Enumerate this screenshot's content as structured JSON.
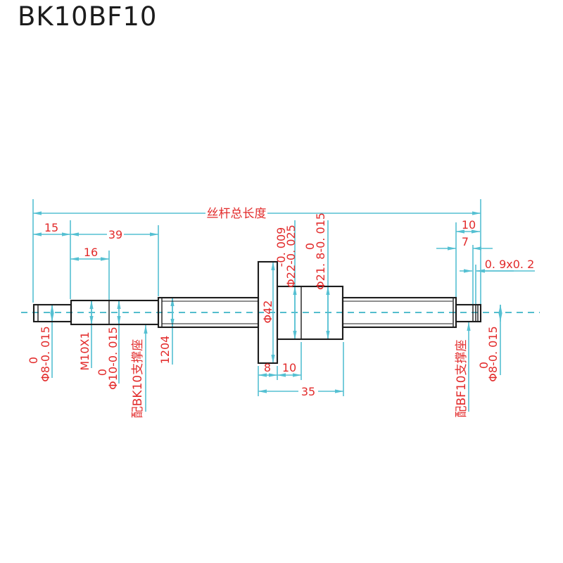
{
  "title": "BK10BF10",
  "colors": {
    "dimension_line": "#55c0d2",
    "centerline": "#3cb4c6",
    "label_text": "#e22b2b",
    "outline": "#1c1c1c",
    "background": "#ffffff"
  },
  "labels": {
    "total_length": "丝杆总长度",
    "len_15": "15",
    "len_39": "39",
    "len_16": "16",
    "dia8_left_upper": "0",
    "dia8_left": "Φ8-0. 015",
    "thread_spec": "M10X1",
    "dia10_upper": "0",
    "dia10": "Φ10-0. 015",
    "bk10_note": "配BK10支撑座",
    "screw_spec": "1204",
    "flange_dia": "Φ42",
    "dia22_upper": "-0. 009",
    "dia22": "Φ22-0. 025",
    "dia218_upper": "0",
    "dia218": "Φ21. 8-0. 015",
    "flange_width": "8",
    "journal_width": "10",
    "len_35": "35",
    "end_len_10": "10",
    "end_len_7": "7",
    "groove": "0. 9x0. 2",
    "bf10_note": "配BF10支撑座",
    "dia8_right_upper": "0",
    "dia8_right": "Φ8-0. 015"
  }
}
